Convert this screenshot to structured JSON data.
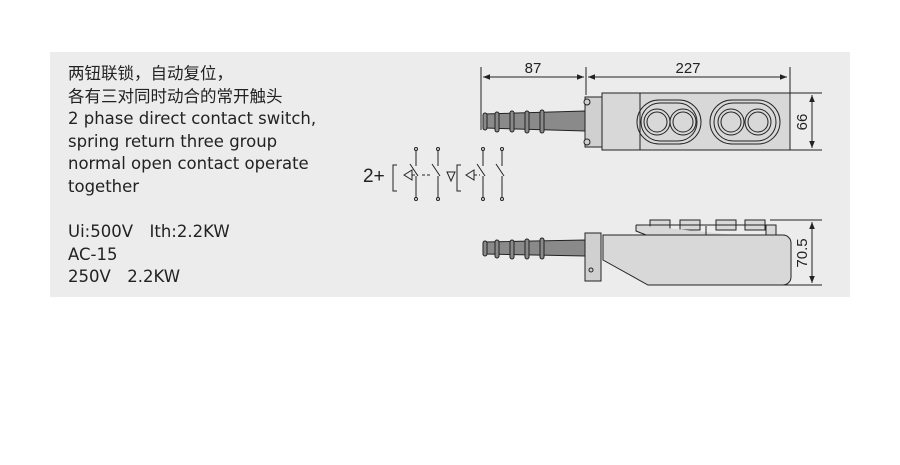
{
  "description": {
    "lines_cn": [
      "两钮联锁，自动复位，",
      "各有三对同时动合的常开触头"
    ],
    "lines_en": [
      "2 phase direct contact switch,",
      "spring return three group",
      "normal open contact operate",
      "together"
    ],
    "specs": [
      "Ui:500V Ith:2.2KW",
      "AC-15",
      "250V 2.2KW"
    ]
  },
  "drawing": {
    "dim_cable_length": "87",
    "dim_body_length": "227",
    "dim_width": "66",
    "dim_height": "70.5",
    "schematic_label": "2+"
  },
  "colors": {
    "panel": "#ececec",
    "body": "#d8d8d8",
    "cable": "#8a8a8a",
    "line": "#222222"
  }
}
